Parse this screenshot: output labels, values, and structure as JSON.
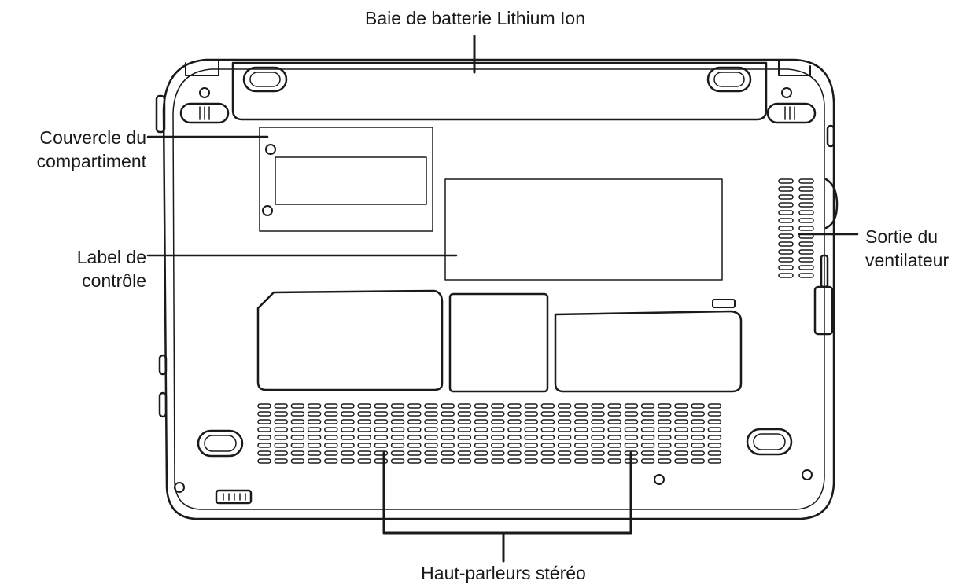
{
  "labels": {
    "battery_bay": "Baie de batterie Lithium Ion",
    "compartment_cover": [
      "Couvercle du",
      "compartiment"
    ],
    "control_label": [
      "Label de",
      "contrôle"
    ],
    "fan_outlet": [
      "Sortie du",
      "ventilateur"
    ],
    "stereo_speakers": "Haut-parleurs stéréo"
  }
}
